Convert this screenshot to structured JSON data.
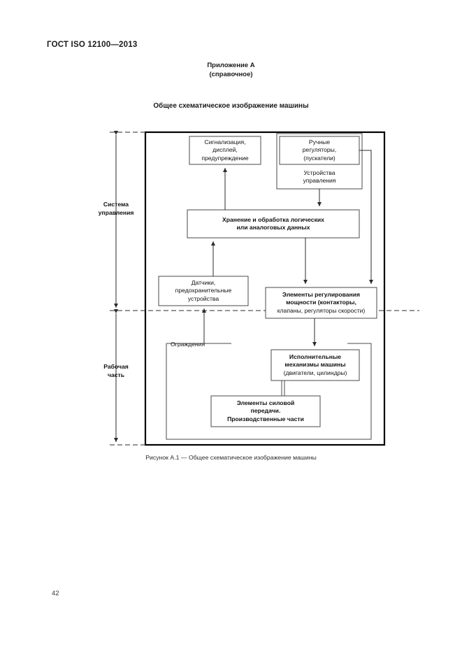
{
  "document": {
    "header": "ГОСТ ISO 12100—2013",
    "page_number": "42"
  },
  "annex": {
    "title": "Приложение А",
    "subtitle": "(справочное)"
  },
  "figure": {
    "title": "Общее схематическое изображение машины",
    "caption": "Рисунок А.1 — Общее схематическое изображение машины"
  },
  "diagram": {
    "zones": [
      {
        "id": "control-system",
        "label_line1": "Система",
        "label_line2": "управления"
      },
      {
        "id": "working-part",
        "label_line1": "Рабочая",
        "label_line2": "часть"
      }
    ],
    "guard_label": "Ограждения",
    "nodes": [
      {
        "id": "signalling",
        "lines": [
          {
            "text": "Сигнализация,",
            "bold": false
          },
          {
            "text": "дисплей,",
            "bold": false
          },
          {
            "text": "предупреждение",
            "bold": false
          }
        ]
      },
      {
        "id": "manual-controls",
        "lines": [
          {
            "text": "Ручные",
            "bold": false
          },
          {
            "text": "регуляторы,",
            "bold": false
          },
          {
            "text": "(пускатели)",
            "bold": false
          }
        ]
      },
      {
        "id": "control-devices",
        "lines": [
          {
            "text": "Устройства",
            "bold": false
          },
          {
            "text": "управления",
            "bold": false
          }
        ]
      },
      {
        "id": "data-processing",
        "lines": [
          {
            "text": "Хранение и обработка логических",
            "bold": true
          },
          {
            "text": "или аналоговых данных",
            "bold": true
          }
        ]
      },
      {
        "id": "sensors",
        "lines": [
          {
            "text": "Датчики,",
            "bold": false
          },
          {
            "text": "предохранительные",
            "bold": false
          },
          {
            "text": "устройства",
            "bold": false
          }
        ]
      },
      {
        "id": "power-control-elements",
        "lines": [
          {
            "text": "Элементы регулирования",
            "bold": true
          },
          {
            "text": "мощности (контакторы,",
            "bold": true
          },
          {
            "text": "клапаны, регуляторы скорости)",
            "bold": false
          }
        ]
      },
      {
        "id": "machine-actuators",
        "lines": [
          {
            "text": "Исполнительные",
            "bold": true
          },
          {
            "text": "механизмы машины",
            "bold": true
          },
          {
            "text": "(двигатели, цилиндры)",
            "bold": false
          }
        ]
      },
      {
        "id": "power-transmission",
        "lines": [
          {
            "text": "Элементы силовой",
            "bold": true
          },
          {
            "text": "передачи.",
            "bold": true
          },
          {
            "text": "Производственные части",
            "bold": true
          }
        ]
      }
    ],
    "colors": {
      "outline": "#000000",
      "box_stroke": "#4a4a4a",
      "connector": "#3b3b3b",
      "divider": "#2b2b2b"
    }
  }
}
